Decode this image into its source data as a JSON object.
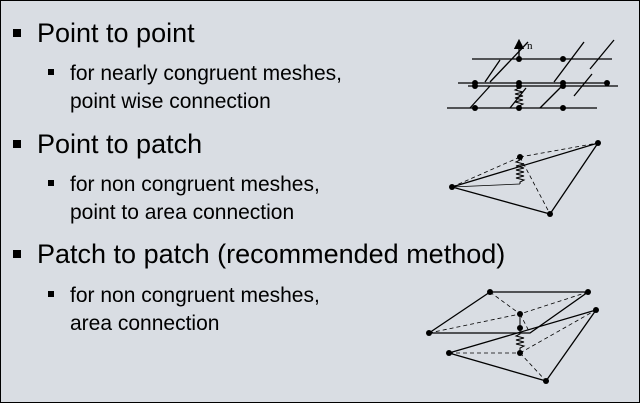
{
  "sections": [
    {
      "heading": "Point to point",
      "line1": "for nearly congruent meshes,",
      "line2": "point wise connection"
    },
    {
      "heading": "Point to patch",
      "line1": "for non congruent meshes,",
      "line2": "point to area connection"
    },
    {
      "heading": "Patch to patch (recommended method)",
      "line1": "for non congruent meshes,",
      "line2": "area connection"
    }
  ],
  "figure_labels": {
    "normal": "n"
  }
}
